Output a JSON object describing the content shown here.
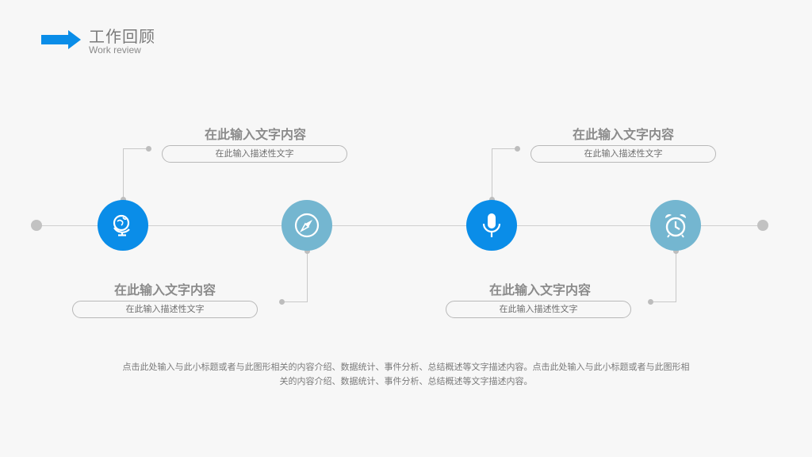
{
  "header": {
    "title": "工作回顾",
    "subtitle": "Work review"
  },
  "items": [
    {
      "icon": "globe-icon",
      "title": "在此输入文字内容",
      "desc": "在此输入描述性文字"
    },
    {
      "icon": "compass-icon",
      "title": "在此输入文字内容",
      "desc": "在此输入描述性文字"
    },
    {
      "icon": "microphone-icon",
      "title": "在此输入文字内容",
      "desc": "在此输入描述性文字"
    },
    {
      "icon": "alarm-clock-icon",
      "title": "在此输入文字内容",
      "desc": "在此输入描述性文字"
    }
  ],
  "summary": "点击此处输入与此小标题或者与此图形相关的内容介绍、数据统计、事件分析、总结概述等文字描述内容。点击此处输入与此小标题或者与此图形相关的内容介绍、数据统计、事件分析、总结概述等文字描述内容。",
  "colors": {
    "accent_blue": "#0a8de8",
    "accent_teal": "#74b6d0",
    "text_gray": "#8b8b8b"
  }
}
